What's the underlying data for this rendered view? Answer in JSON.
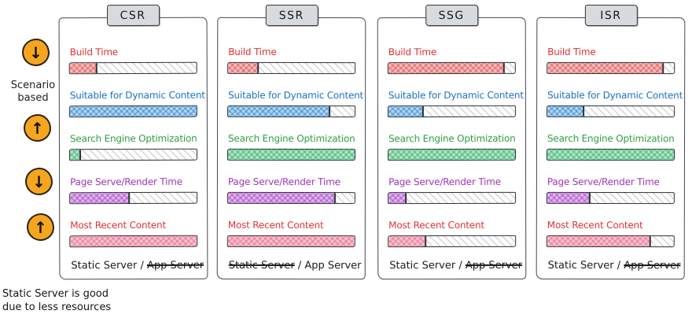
{
  "left_rail": {
    "scenario_label": {
      "line1": "Scenario",
      "line2": "based"
    },
    "footnote": {
      "line1": "Static Server is good",
      "line2": "due to less resources"
    },
    "icon_fill_color": "#f5a61e",
    "icons": [
      {
        "name": "down-arrow",
        "glyph": "↓",
        "meaning": "lower is better"
      },
      {
        "name": "up-arrow",
        "glyph": "↑",
        "meaning": "higher is better"
      },
      {
        "name": "down-arrow",
        "glyph": "↓",
        "meaning": "lower is better"
      },
      {
        "name": "up-arrow",
        "glyph": "↑",
        "meaning": "higher is better"
      }
    ]
  },
  "cards": [
    {
      "title": "CSR",
      "metrics": [
        {
          "label": "Build Time",
          "value_percent": 22,
          "stroke": "#e03131",
          "tint": "#f6c2c2",
          "label_color": "#e03131"
        },
        {
          "label": "Suitable for Dynamic Content",
          "value_percent": 100,
          "stroke": "#1971c2",
          "tint": "#b3d7f2",
          "label_color": "#1971c2"
        },
        {
          "label": "Search Engine Optimization",
          "value_percent": 9,
          "stroke": "#2f9e44",
          "tint": "#a9e8cd",
          "label_color": "#2f9e44"
        },
        {
          "label": "Page Serve/Render Time",
          "value_percent": 47,
          "stroke": "#9c36b5",
          "tint": "#e0b3f0",
          "label_color": "#9c36b5"
        },
        {
          "label": "Most Recent Content",
          "value_percent": 100,
          "stroke": "#e05c7d",
          "tint": "#f7c2cf",
          "label_color": "#e03131"
        }
      ],
      "server": {
        "static_label": "Static Server",
        "separator": " / ",
        "app_label": "App Server",
        "static_struck": false,
        "app_struck": true
      }
    },
    {
      "title": "SSR",
      "metrics": [
        {
          "label": "Build Time",
          "value_percent": 24,
          "stroke": "#e03131",
          "tint": "#f6c2c2",
          "label_color": "#e03131"
        },
        {
          "label": "Suitable for Dynamic Content",
          "value_percent": 81,
          "stroke": "#1971c2",
          "tint": "#b3d7f2",
          "label_color": "#1971c2"
        },
        {
          "label": "Search Engine Optimization",
          "value_percent": 100,
          "stroke": "#2f9e44",
          "tint": "#a9e8cd",
          "label_color": "#2f9e44"
        },
        {
          "label": "Page Serve/Render Time",
          "value_percent": 85,
          "stroke": "#9c36b5",
          "tint": "#e0b3f0",
          "label_color": "#9c36b5"
        },
        {
          "label": "Most Recent Content",
          "value_percent": 100,
          "stroke": "#e05c7d",
          "tint": "#f7c2cf",
          "label_color": "#e03131"
        }
      ],
      "server": {
        "static_label": "Static Server",
        "separator": " / ",
        "app_label": "App Server",
        "static_struck": true,
        "app_struck": false
      }
    },
    {
      "title": "SSG",
      "metrics": [
        {
          "label": "Build Time",
          "value_percent": 92,
          "stroke": "#e03131",
          "tint": "#f6c2c2",
          "label_color": "#e03131"
        },
        {
          "label": "Suitable for Dynamic Content",
          "value_percent": 28,
          "stroke": "#1971c2",
          "tint": "#b3d7f2",
          "label_color": "#1971c2"
        },
        {
          "label": "Search Engine Optimization",
          "value_percent": 100,
          "stroke": "#2f9e44",
          "tint": "#a9e8cd",
          "label_color": "#2f9e44"
        },
        {
          "label": "Page Serve/Render Time",
          "value_percent": 14,
          "stroke": "#9c36b5",
          "tint": "#e0b3f0",
          "label_color": "#9c36b5"
        },
        {
          "label": "Most Recent Content",
          "value_percent": 30,
          "stroke": "#e05c7d",
          "tint": "#f7c2cf",
          "label_color": "#e03131"
        }
      ],
      "server": {
        "static_label": "Static Server",
        "separator": " / ",
        "app_label": "App Server",
        "static_struck": false,
        "app_struck": true
      }
    },
    {
      "title": "ISR",
      "metrics": [
        {
          "label": "Build Time",
          "value_percent": 92,
          "stroke": "#e03131",
          "tint": "#f6c2c2",
          "label_color": "#e03131"
        },
        {
          "label": "Suitable for Dynamic Content",
          "value_percent": 29,
          "stroke": "#1971c2",
          "tint": "#b3d7f2",
          "label_color": "#1971c2"
        },
        {
          "label": "Search Engine Optimization",
          "value_percent": 100,
          "stroke": "#2f9e44",
          "tint": "#a9e8cd",
          "label_color": "#2f9e44"
        },
        {
          "label": "Page Serve/Render Time",
          "value_percent": 34,
          "stroke": "#9c36b5",
          "tint": "#e0b3f0",
          "label_color": "#9c36b5"
        },
        {
          "label": "Most Recent Content",
          "value_percent": 82,
          "stroke": "#e05c7d",
          "tint": "#f7c2cf",
          "label_color": "#e03131"
        }
      ],
      "server": {
        "static_label": "Static Server",
        "separator": " / ",
        "app_label": "App Server",
        "static_struck": false,
        "app_struck": true
      }
    }
  ]
}
